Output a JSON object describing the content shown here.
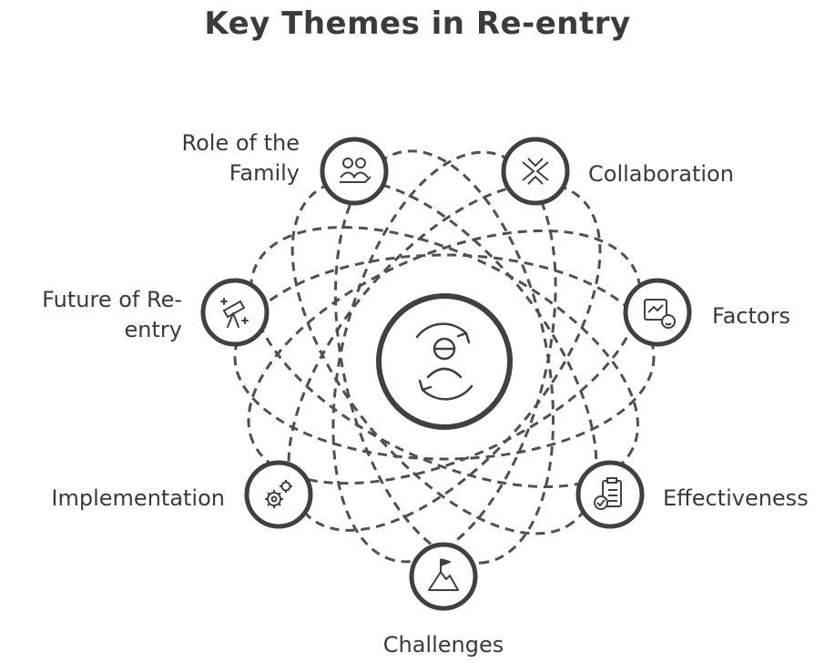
{
  "title": "Key Themes in Re-entry",
  "center": {
    "icon": "person-cycle-icon"
  },
  "themes": [
    {
      "id": "role-of-family",
      "line1": "Role of the",
      "line2": "Family",
      "icon": "family-hands-icon"
    },
    {
      "id": "collaboration",
      "line1": "Collaboration",
      "icon": "interlocking-hands-icon"
    },
    {
      "id": "factors",
      "line1": "Factors",
      "icon": "factors-chart-icon"
    },
    {
      "id": "effectiveness",
      "line1": "Effectiveness",
      "icon": "clipboard-check-icon"
    },
    {
      "id": "challenges",
      "line1": "Challenges",
      "icon": "mountain-flag-icon"
    },
    {
      "id": "implementation",
      "line1": "Implementation",
      "icon": "gears-icon"
    },
    {
      "id": "future-of-reentry",
      "line1": "Future of Re-",
      "line2": "entry",
      "icon": "telescope-icon"
    }
  ]
}
